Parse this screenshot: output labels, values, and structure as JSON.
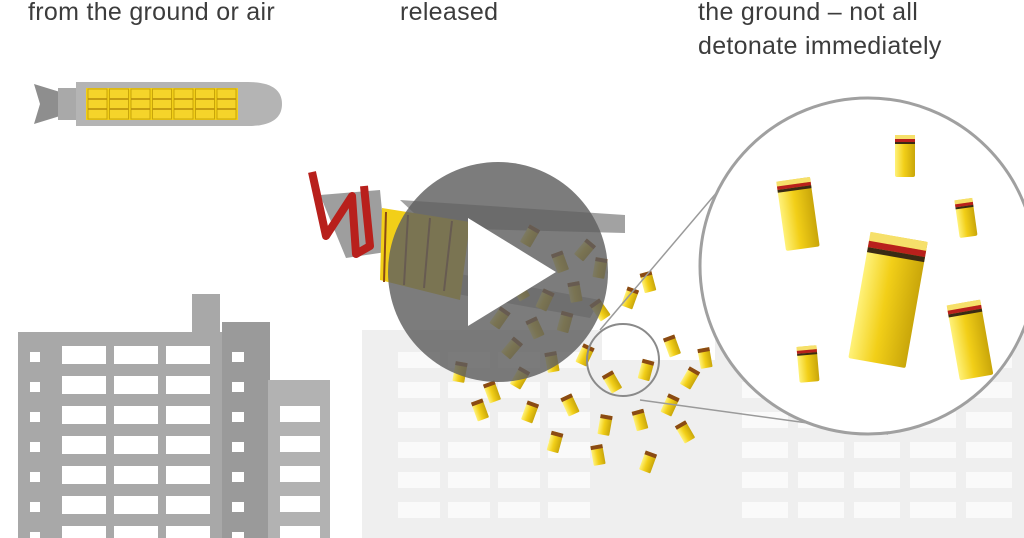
{
  "captions": {
    "step1": "from the ground or air",
    "step2": "released",
    "step3_line1": "the ground – not all",
    "step3_line2": "detonate immediately"
  },
  "colors": {
    "bomblet": "#f2cf18",
    "bomblet_band": "#8a4a14",
    "ribbon": "#b8201c",
    "casing": "#9c9c9c",
    "building_dark": "#a4a4a4",
    "building_light": "#ececec",
    "play_overlay": "#5f5f5f"
  },
  "icons": {
    "play": "play-icon"
  }
}
